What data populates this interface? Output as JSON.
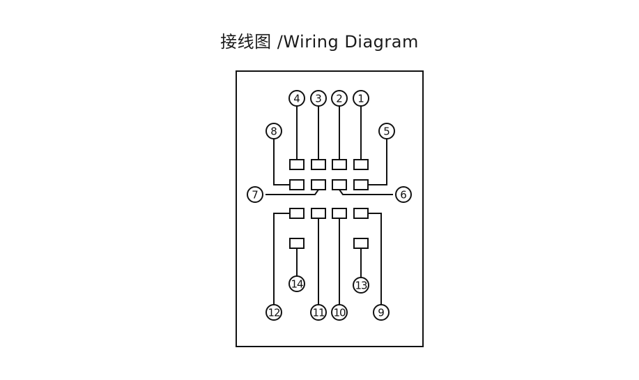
{
  "title": "接线图 /Wiring Diagram",
  "pins": [
    {
      "id": "1",
      "label": "1"
    },
    {
      "id": "2",
      "label": "2"
    },
    {
      "id": "3",
      "label": "3"
    },
    {
      "id": "4",
      "label": "4"
    },
    {
      "id": "5",
      "label": "5"
    },
    {
      "id": "6",
      "label": "6"
    },
    {
      "id": "7",
      "label": "7"
    },
    {
      "id": "8",
      "label": "8"
    },
    {
      "id": "9",
      "label": "9"
    },
    {
      "id": "10",
      "label": "10"
    },
    {
      "id": "11",
      "label": "11"
    },
    {
      "id": "12",
      "label": "12"
    },
    {
      "id": "13",
      "label": "13"
    },
    {
      "id": "14",
      "label": "14"
    }
  ]
}
